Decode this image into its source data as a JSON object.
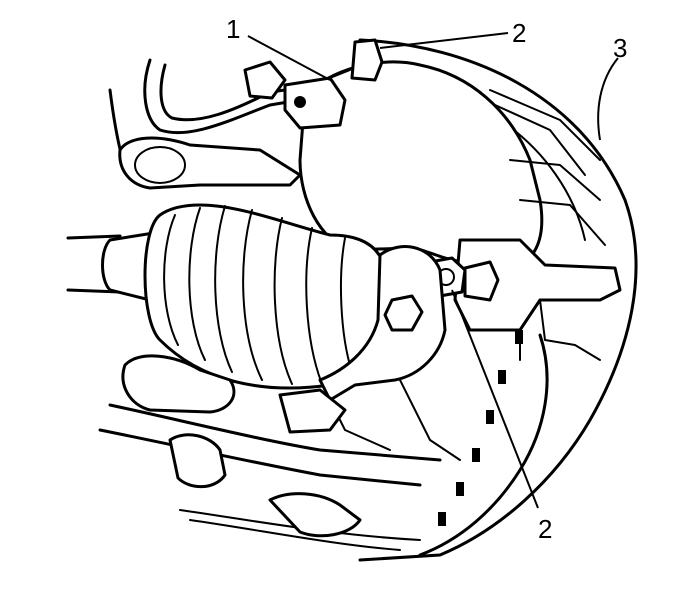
{
  "diagram": {
    "callouts": [
      {
        "id": "c1",
        "label": "1"
      },
      {
        "id": "c2a",
        "label": "2"
      },
      {
        "id": "c3",
        "label": "3"
      },
      {
        "id": "c2b",
        "label": "2"
      }
    ],
    "colors": {
      "ink": "#000000",
      "paper": "#ffffff"
    }
  }
}
